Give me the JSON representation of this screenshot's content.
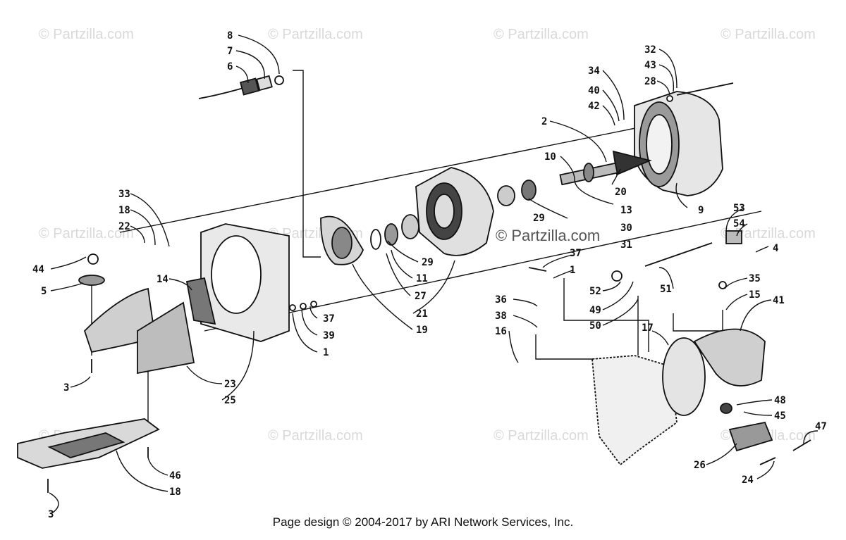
{
  "watermarks": {
    "text": "© Partzilla.com",
    "center_text": "© Partzilla.com"
  },
  "footer": {
    "text": "Page design © 2004-2017 by ARI Network Services, Inc."
  },
  "callouts": {
    "c8": "8",
    "c7": "7",
    "c6": "6",
    "c32": "32",
    "c43": "43",
    "c28": "28",
    "c34": "34",
    "c40": "40",
    "c42": "42",
    "c2": "2",
    "c10": "10",
    "c20": "20",
    "c13": "13",
    "c30": "30",
    "c31": "31",
    "c9": "9",
    "c29a": "29",
    "c53": "53",
    "c54": "54",
    "c4": "4",
    "c33": "33",
    "c18a": "18",
    "c22": "22",
    "c44": "44",
    "c5": "5",
    "c14": "14",
    "c29b": "29",
    "c11": "11",
    "c27": "27",
    "c21": "21",
    "c19": "19",
    "c37a": "37",
    "c1a": "1",
    "c51": "51",
    "c52": "52",
    "c49": "49",
    "c50": "50",
    "c35": "35",
    "c15": "15",
    "c36": "36",
    "c38": "38",
    "c16": "16",
    "c17": "17",
    "c41": "41",
    "c37b": "37",
    "c39": "39",
    "c1b": "1",
    "c3a": "3",
    "c23": "23",
    "c25": "25",
    "c48": "48",
    "c45": "45",
    "c47": "47",
    "c26": "26",
    "c24": "24",
    "c46": "46",
    "c18b": "18",
    "c3b": "3"
  }
}
